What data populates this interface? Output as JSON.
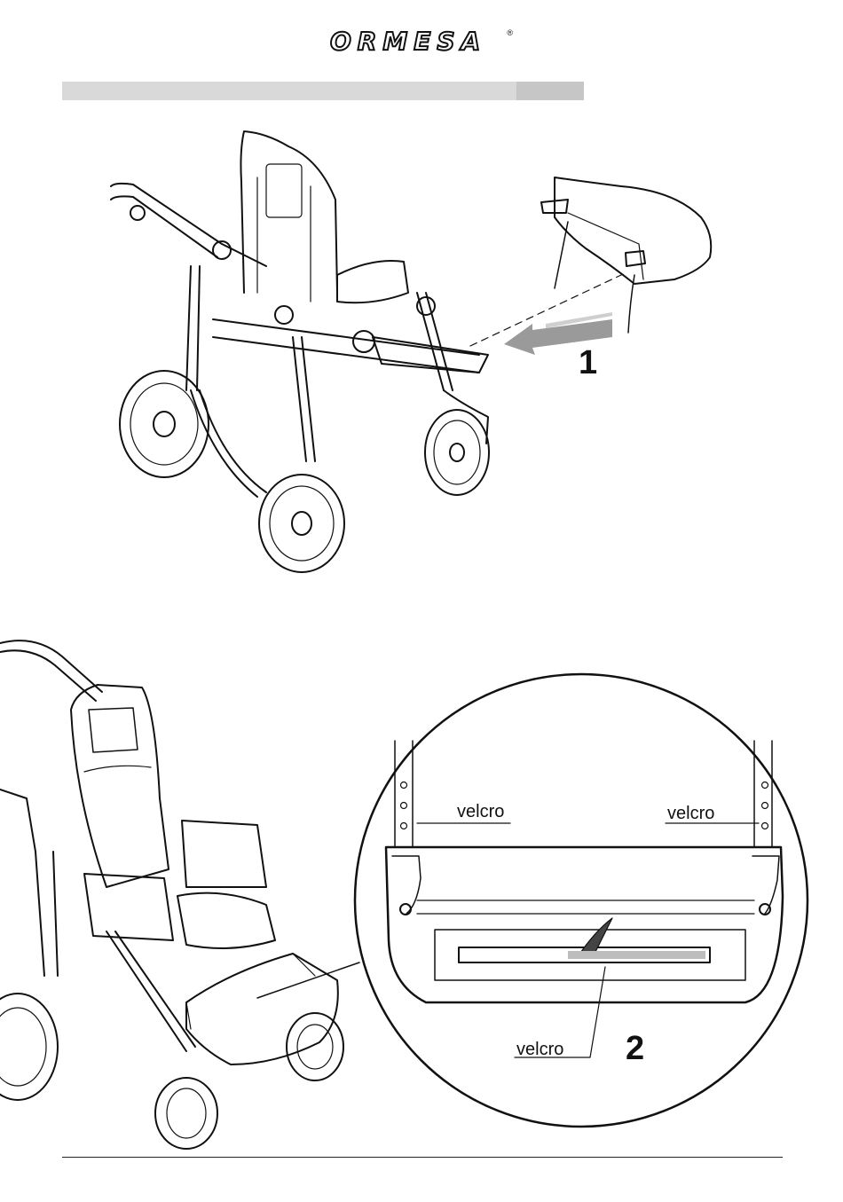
{
  "header": {
    "brand": "ORMESA",
    "registered_mark": "®"
  },
  "step1": {
    "number": "1"
  },
  "step2": {
    "number": "2",
    "labels": {
      "velcro_left": "velcro",
      "velcro_right": "velcro",
      "velcro_bottom": "velcro"
    }
  }
}
